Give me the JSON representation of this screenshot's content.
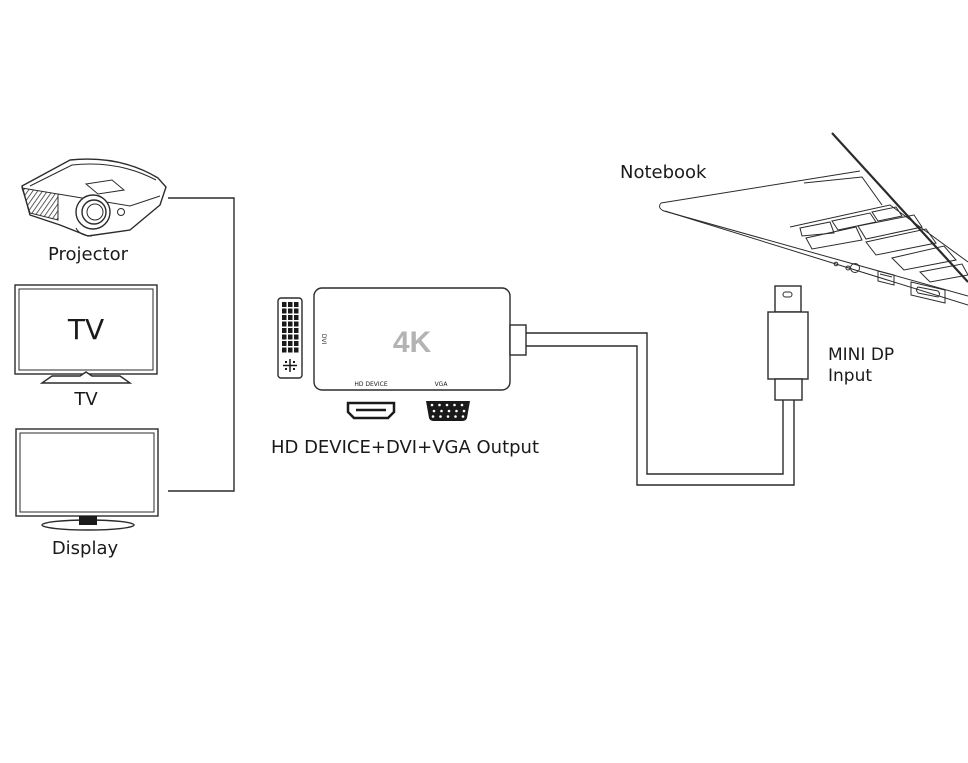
{
  "devices": {
    "projector": {
      "label": "Projector"
    },
    "tv": {
      "screen_text": "TV",
      "label": "TV"
    },
    "display": {
      "label": "Display"
    },
    "notebook": {
      "label": "Notebook"
    }
  },
  "adapter": {
    "badge": "4K",
    "dvi_port_label": "DVI",
    "hdmi_port_label": "HD DEVICE",
    "vga_port_label": "VGA",
    "output_caption": "HD DEVICE+DVI+VGA Output"
  },
  "input": {
    "label_line1": "MINI DP",
    "label_line2": "Input"
  },
  "colors": {
    "line": "#2b2b2b",
    "badge": "#b3b3b3",
    "background": "#ffffff"
  }
}
